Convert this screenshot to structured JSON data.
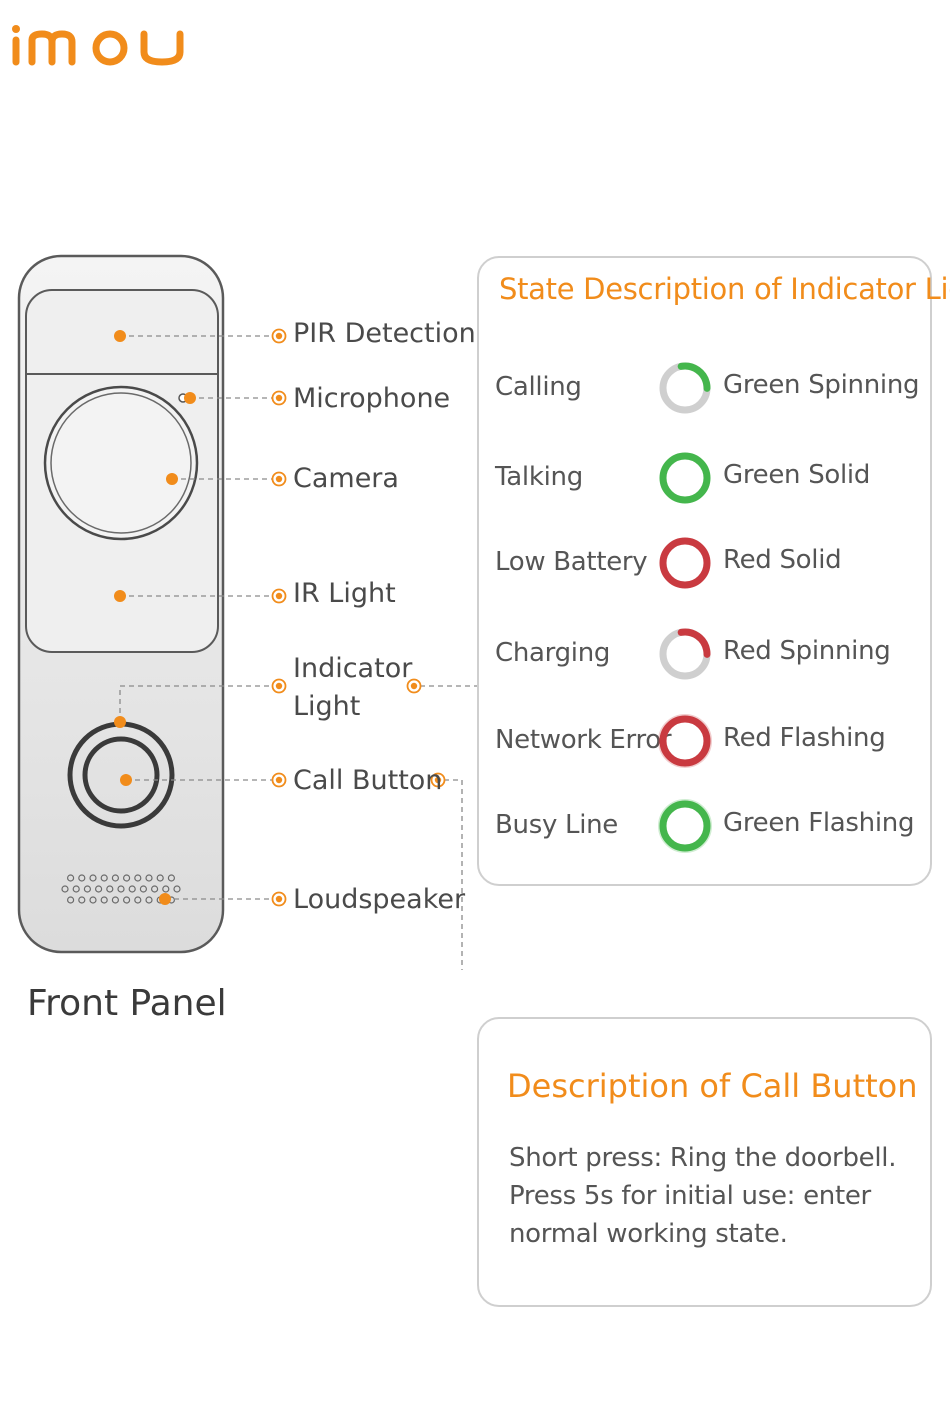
{
  "brand": {
    "logo_text": "imou",
    "accent": "#f18c1b"
  },
  "device": {
    "caption": "Front Panel",
    "callouts": [
      {
        "id": "pir",
        "label": "PIR Detection"
      },
      {
        "id": "mic",
        "label": "Microphone"
      },
      {
        "id": "camera",
        "label": "Camera"
      },
      {
        "id": "ir",
        "label": "IR Light"
      },
      {
        "id": "indicator",
        "label": "Indicator Light"
      },
      {
        "id": "call",
        "label": "Call Button"
      },
      {
        "id": "speaker",
        "label": "Loudspeaker"
      }
    ]
  },
  "state_panel": {
    "title": "State Description of Indicator Light",
    "rows": [
      {
        "state": "Calling",
        "description": "Green Spinning",
        "color": "#44b64c",
        "style": "spinning"
      },
      {
        "state": "Talking",
        "description": "Green Solid",
        "color": "#44b64c",
        "style": "solid"
      },
      {
        "state": "Low Battery",
        "description": "Red Solid",
        "color": "#c93a40",
        "style": "solid"
      },
      {
        "state": "Charging",
        "description": "Red Spinning",
        "color": "#c93a40",
        "style": "spinning"
      },
      {
        "state": "Network Error",
        "description": "Red Flashing",
        "color": "#c93a40",
        "style": "flashing"
      },
      {
        "state": "Busy Line",
        "description": "Green Flashing",
        "color": "#44b64c",
        "style": "flashing"
      }
    ]
  },
  "call_panel": {
    "title": "Description of Call Button",
    "description": "Short press: Ring the doorbell. Press 5s for initial use: enter normal working state."
  }
}
